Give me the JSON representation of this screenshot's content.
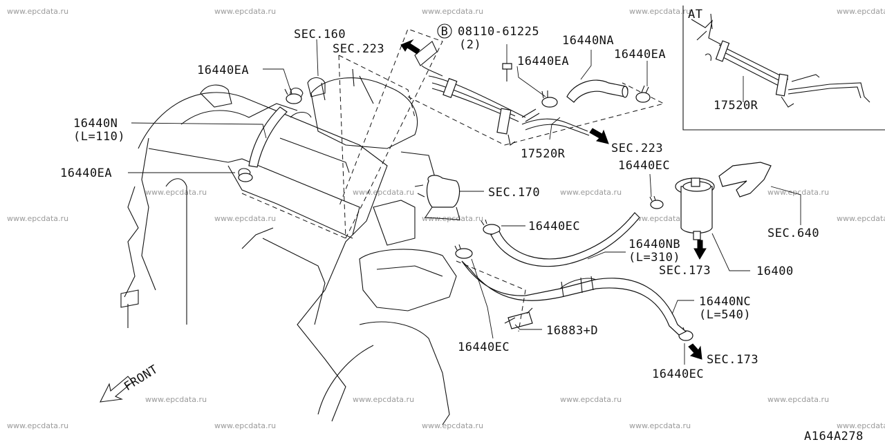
{
  "labels": {
    "sec160": "SEC.160",
    "sec223_top": "SEC.223",
    "bolt_circle": "B",
    "bolt_no": "08110-61225",
    "bolt_qty": "(2)",
    "p16440na": "16440NA",
    "p16440ea_1": "16440EA",
    "p16440ea_2": "16440EA",
    "p16440ea_3": "16440EA",
    "p16440ea_4": "16440EA",
    "p16440n": "16440N",
    "p16440n_len": "(L=110)",
    "p17520r": "17520R",
    "sec223_mid": "SEC.223",
    "p16440ec_1": "16440EC",
    "sec170": "SEC.170",
    "p16440ec_2": "16440EC",
    "p16440nb": "16440NB",
    "p16440nb_len": "(L=310)",
    "sec173_1": "SEC.173",
    "p16400": "16400",
    "sec640": "SEC.640",
    "p16440nc": "16440NC",
    "p16440nc_len": "(L=540)",
    "p16883d": "16883+D",
    "p16440ec_3": "16440EC",
    "sec173_2": "SEC.173",
    "p16440ec_4": "16440EC",
    "front": "FRONT",
    "inset_title": "AT",
    "inset_17520r": "17520R",
    "diagram_id": "A164A278"
  },
  "watermark": "www.epcdata.ru"
}
